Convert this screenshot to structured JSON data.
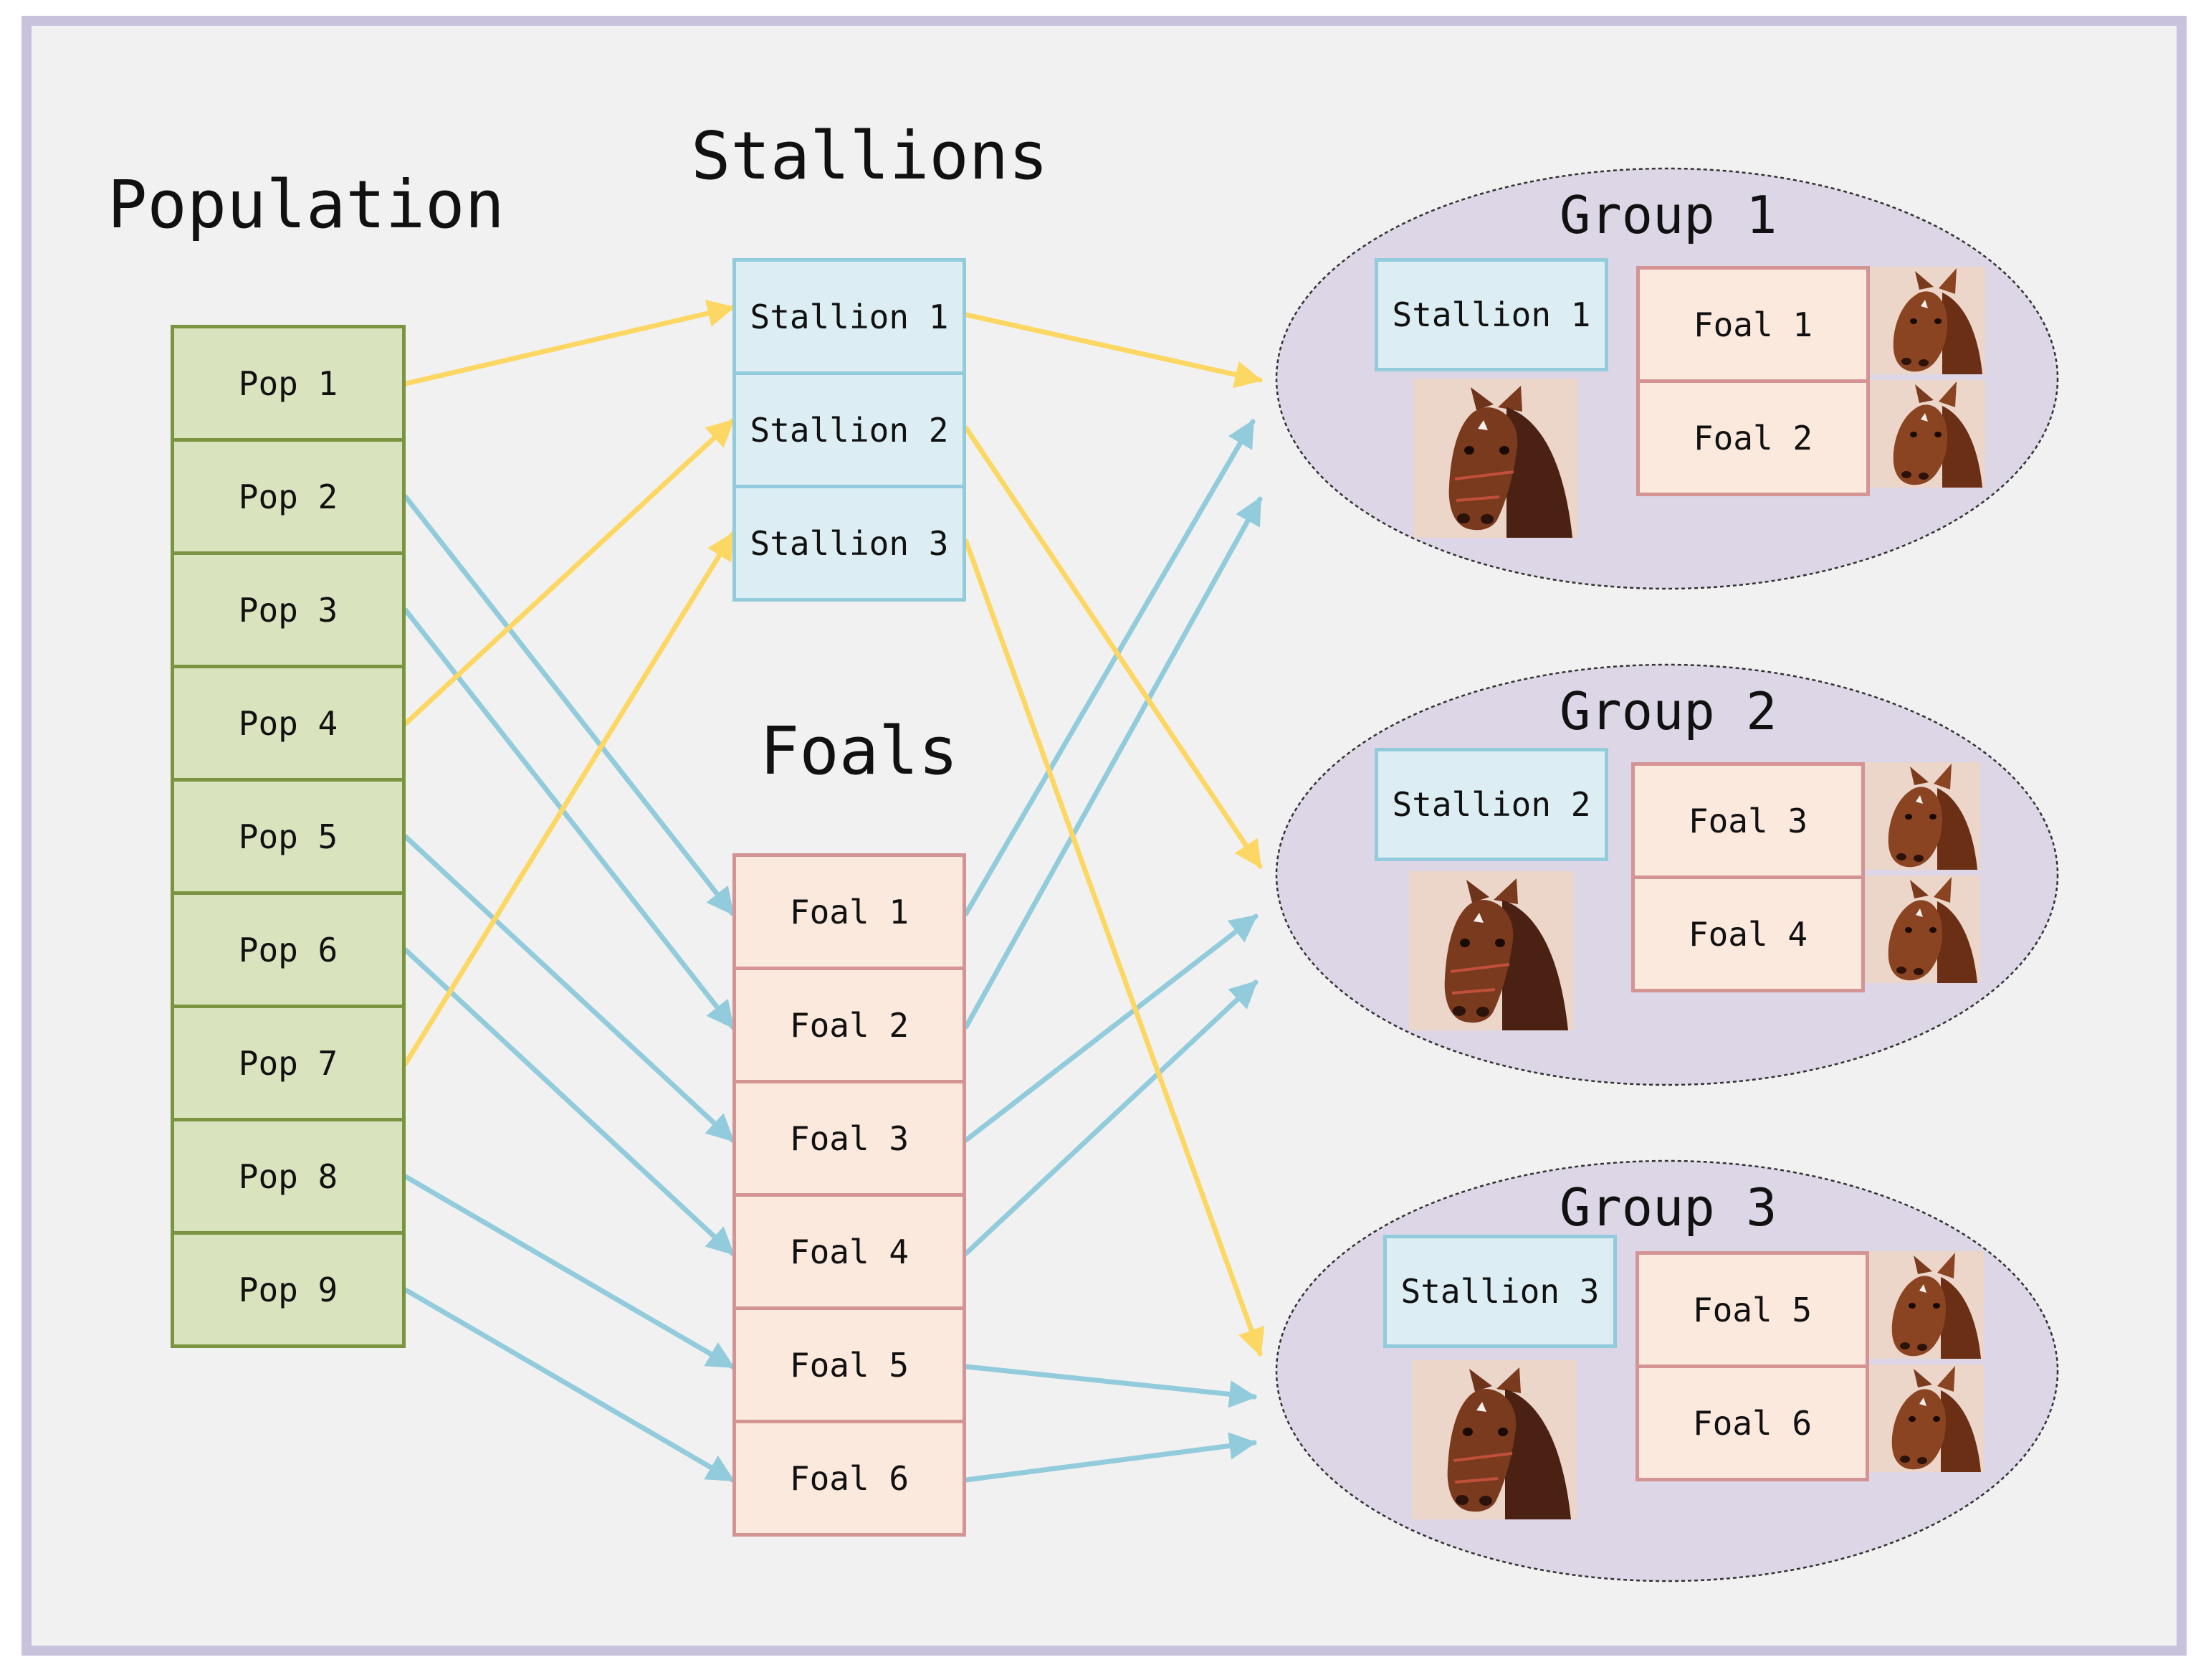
{
  "headings": {
    "population": "Population",
    "stallions": "Stallions",
    "foals": "Foals"
  },
  "population": [
    "Pop 1",
    "Pop 2",
    "Pop 3",
    "Pop 4",
    "Pop 5",
    "Pop 6",
    "Pop 7",
    "Pop 8",
    "Pop 9"
  ],
  "stallions": [
    "Stallion 1",
    "Stallion 2",
    "Stallion 3"
  ],
  "foals": [
    "Foal 1",
    "Foal 2",
    "Foal 3",
    "Foal 4",
    "Foal 5",
    "Foal 6"
  ],
  "groups": [
    {
      "title": "Group 1",
      "stallion": "Stallion 1",
      "foals": [
        "Foal 1",
        "Foal 2"
      ]
    },
    {
      "title": "Group 2",
      "stallion": "Stallion 2",
      "foals": [
        "Foal 3",
        "Foal 4"
      ]
    },
    {
      "title": "Group 3",
      "stallion": "Stallion 3",
      "foals": [
        "Foal 5",
        "Foal 6"
      ]
    }
  ],
  "links": {
    "pop_to_stallion": [
      [
        1,
        1
      ],
      [
        4,
        2
      ],
      [
        7,
        3
      ]
    ],
    "pop_to_foal": [
      [
        2,
        1
      ],
      [
        3,
        2
      ],
      [
        5,
        3
      ],
      [
        6,
        4
      ],
      [
        8,
        5
      ],
      [
        9,
        6
      ]
    ],
    "stallion_to_group": [
      [
        1,
        1
      ],
      [
        2,
        2
      ],
      [
        3,
        3
      ]
    ],
    "foal_to_group": [
      [
        1,
        1
      ],
      [
        2,
        1
      ],
      [
        3,
        2
      ],
      [
        4,
        2
      ],
      [
        5,
        3
      ],
      [
        6,
        3
      ]
    ]
  },
  "colors": {
    "frame": "#c8c2dc",
    "background": "#f1f1f1",
    "pop_fill": "#d9e4bf",
    "pop_border": "#7a9441",
    "stallion_fill": "#dcedf3",
    "stallion_border": "#92cbdb",
    "foal_fill": "#fbe9de",
    "foal_border": "#d49494",
    "group_fill": "#ddd6e6",
    "yellow_arrow": "#fdd764",
    "blue_arrow": "#92cbdb",
    "horse_coat": "#7a3a1e"
  },
  "icons": {
    "stallion_picture": "stallion-horse-head",
    "foal_picture": "foal-horse-head"
  }
}
